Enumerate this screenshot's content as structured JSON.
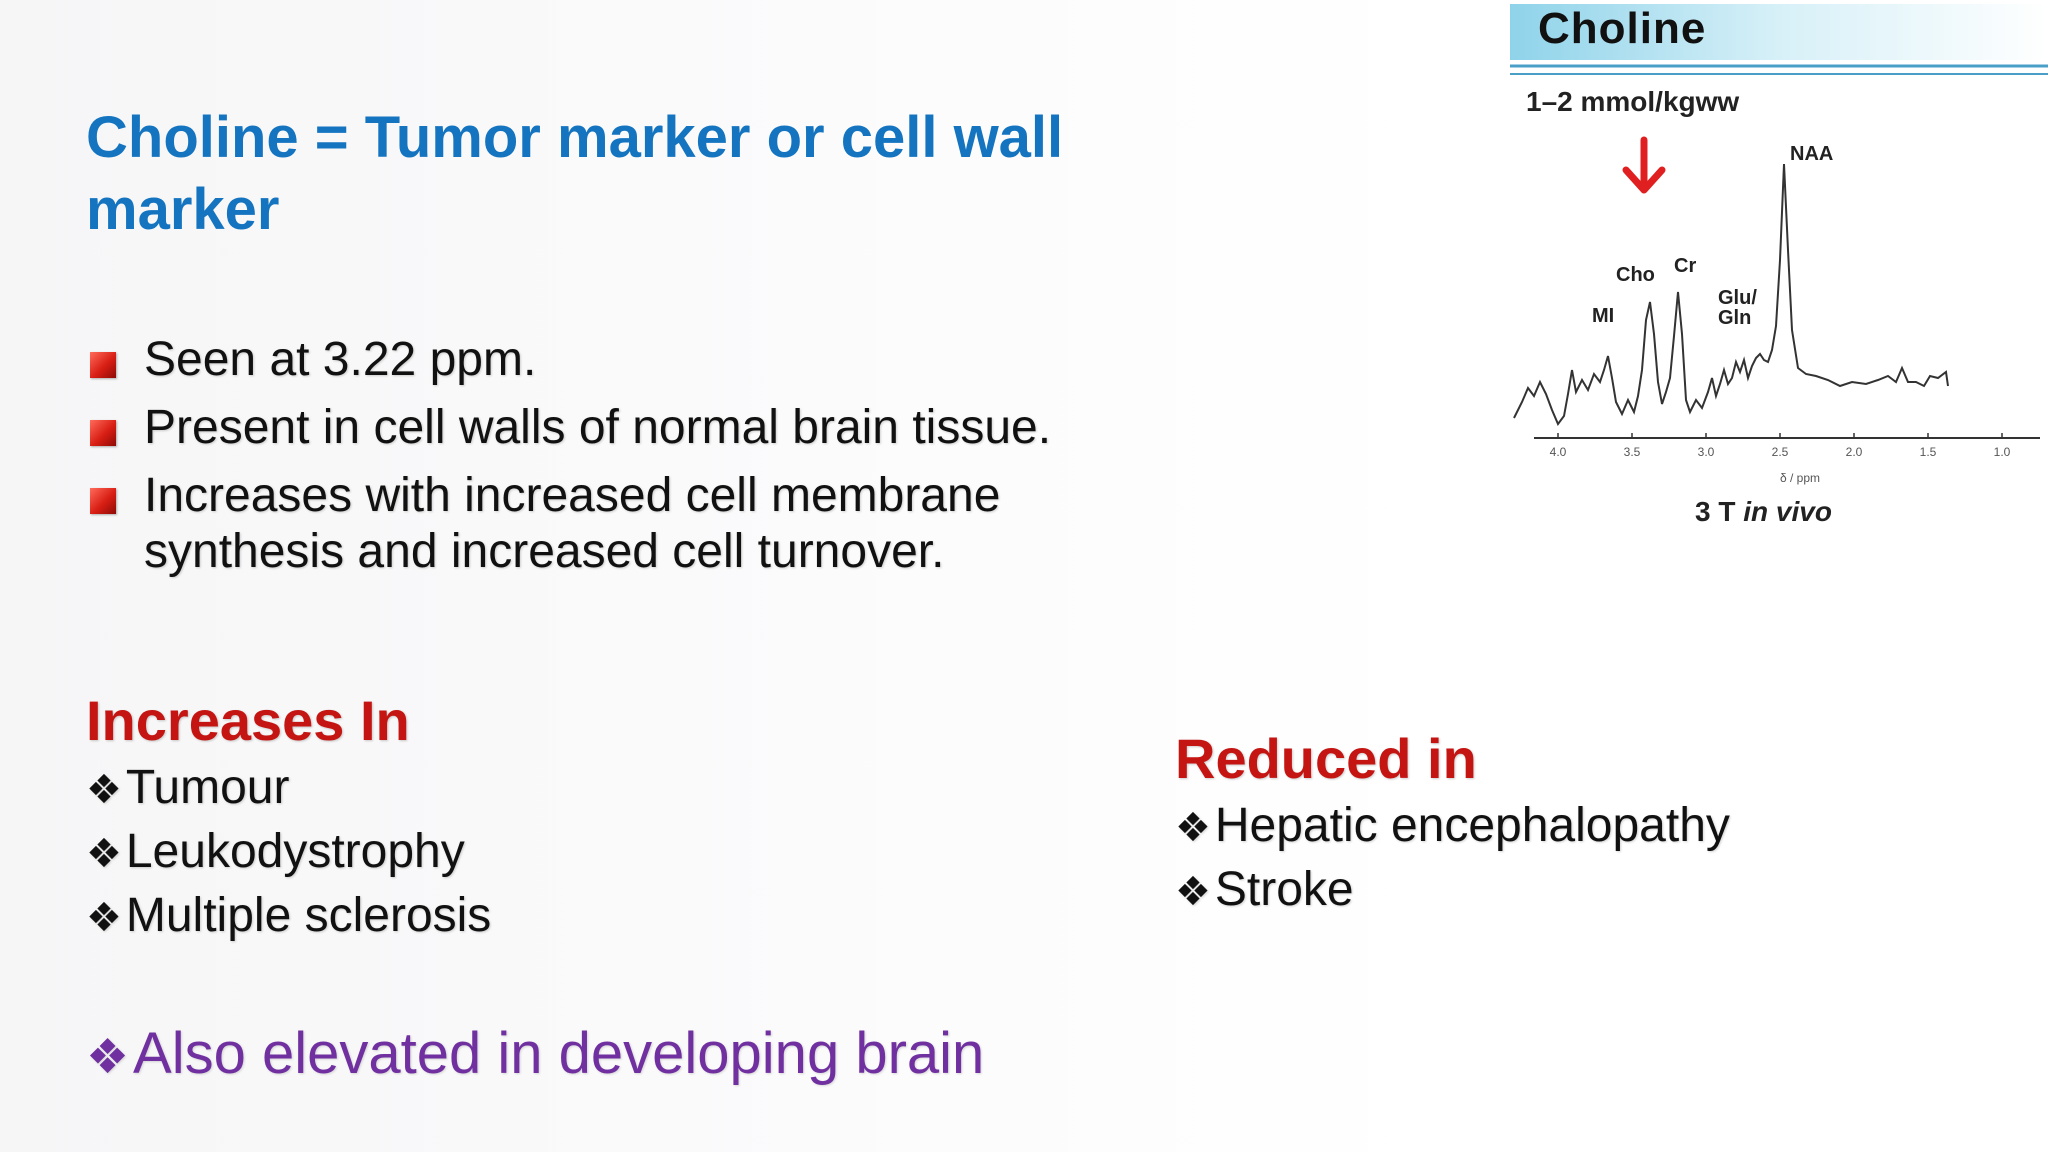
{
  "slide": {
    "title": "Choline = Tumor marker or cell wall marker",
    "bullets": [
      "Seen at 3.22 ppm.",
      "Present in cell walls of normal brain tissue.",
      "Increases with increased cell membrane synthesis and increased cell turnover."
    ],
    "increases": {
      "heading": "Increases In",
      "items": [
        "Tumour",
        "Leukodystrophy",
        "Multiple sclerosis"
      ]
    },
    "reduced": {
      "heading": "Reduced in",
      "items": [
        "Hepatic encephalopathy",
        "Stroke"
      ]
    },
    "note": "Also elevated in developing brain",
    "diamond_symbol": "❖",
    "colors": {
      "title": "#1474c0",
      "heading_red": "#c41512",
      "note_purple": "#7030a0",
      "bullet_square": "#d81e14",
      "arrow": "#e02020"
    }
  },
  "figure": {
    "title": "Choline",
    "unit": "1–2 mmol/kgww",
    "peak_labels": [
      "NAA",
      "Cho",
      "Cr",
      "Glu/ Gln",
      "MI"
    ],
    "x_ticks": [
      "4.0",
      "3.5",
      "3.0",
      "2.5",
      "2.0",
      "1.5",
      "1.0"
    ],
    "x_axis_label": "δ / ppm",
    "caption_prefix": "3 T",
    "caption_italic": "in vivo",
    "arrow_icon": "down-arrow-icon"
  }
}
